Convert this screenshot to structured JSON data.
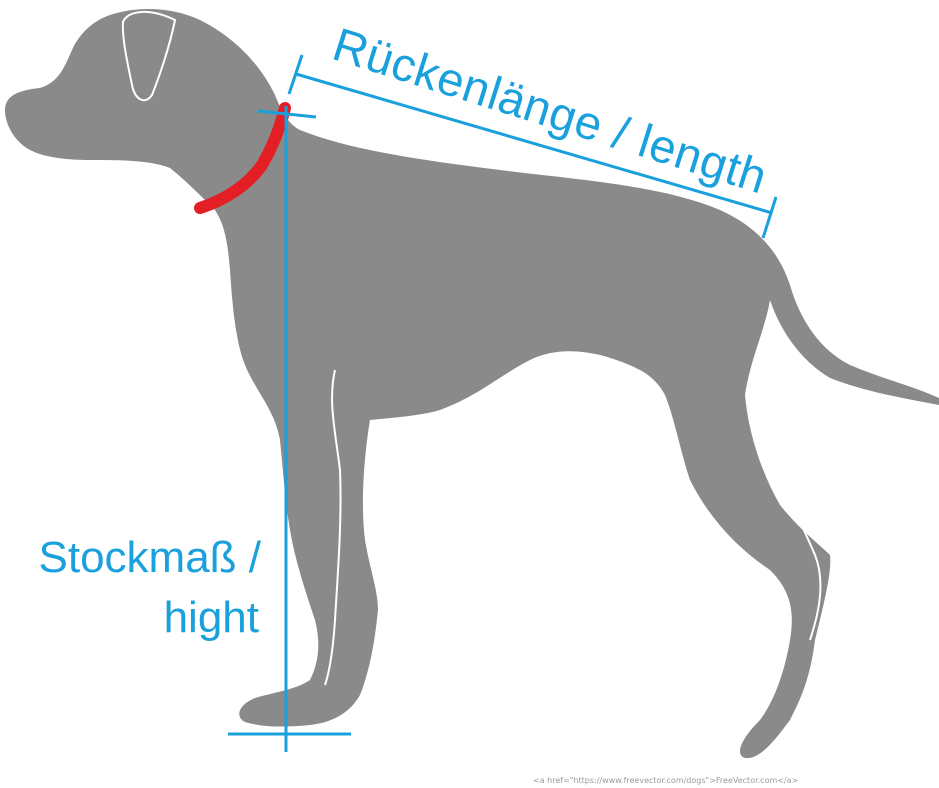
{
  "labels": {
    "back_length": "Rückenlänge / length",
    "height_line1": "Stockmaß /",
    "height_line2": "hight"
  },
  "credit": "<a href=\"https://www.freevector.com/dogs\">FreeVector.com</a>",
  "colors": {
    "dog": "#8a8a8a",
    "measure": "#1aa0dc",
    "collar": "#e31e24",
    "background": "#ffffff"
  }
}
